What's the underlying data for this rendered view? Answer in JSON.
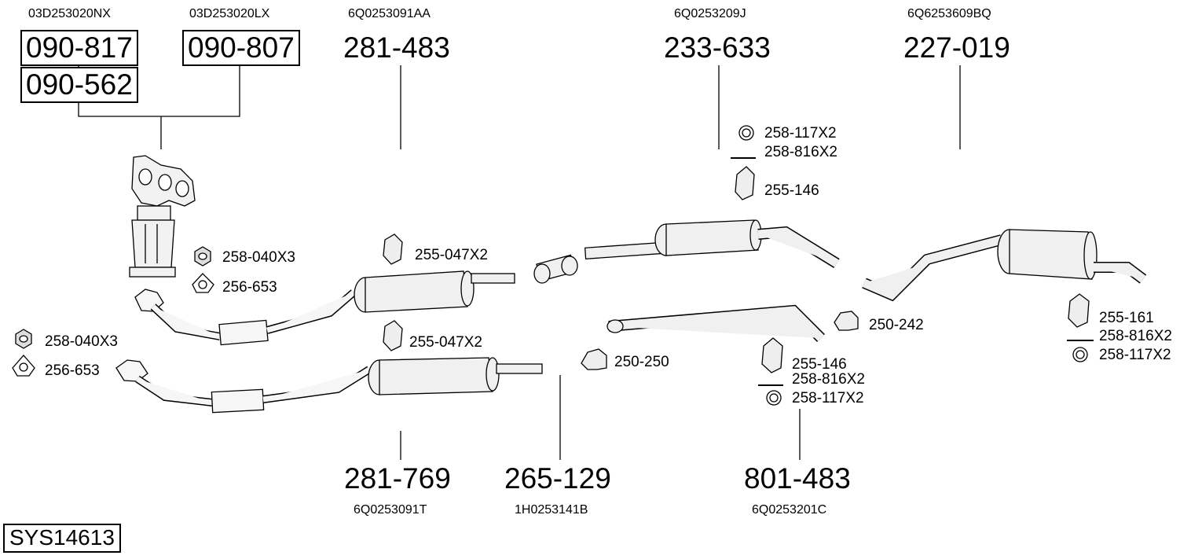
{
  "system_code": "SYS14613",
  "top_parts": [
    {
      "oe": "03D253020NX",
      "numbers": [
        "090-817",
        "090-562"
      ]
    },
    {
      "oe": "03D253020LX",
      "numbers": [
        "090-807"
      ]
    },
    {
      "oe": "6Q0253091AA",
      "numbers": [
        "281-483"
      ]
    },
    {
      "oe": "6Q0253209J",
      "numbers": [
        "233-633"
      ]
    },
    {
      "oe": "6Q6253609BQ",
      "numbers": [
        "227-019"
      ]
    }
  ],
  "bottom_parts": [
    {
      "oe": "6Q0253091T",
      "number": "281-769"
    },
    {
      "oe": "1H0253141B",
      "number": "265-129"
    },
    {
      "oe": "6Q0253201C",
      "number": "801-483"
    }
  ],
  "fittings": {
    "nut_upper": "258-040X3",
    "gasket_upper": "256-653",
    "nut_lower": "258-040X3",
    "gasket_lower": "256-653",
    "hanger_upper": "255-047X2",
    "hanger_lower": "255-047X2",
    "ring_233": "258-117X2",
    "bolt_233": "258-816X2",
    "hanger_233": "255-146",
    "clamp_250_250": "250-250",
    "clamp_250_242": "250-242",
    "hanger_801": "255-146",
    "bolt_801": "258-816X2",
    "ring_801": "258-117X2",
    "hanger_227": "255-161",
    "bolt_227": "258-816X2",
    "ring_227": "258-117X2"
  },
  "icons": [
    "catalytic-converter",
    "exhaust-pipe",
    "silencer",
    "hanger",
    "nut",
    "gasket",
    "clamp",
    "bolt",
    "ring"
  ]
}
